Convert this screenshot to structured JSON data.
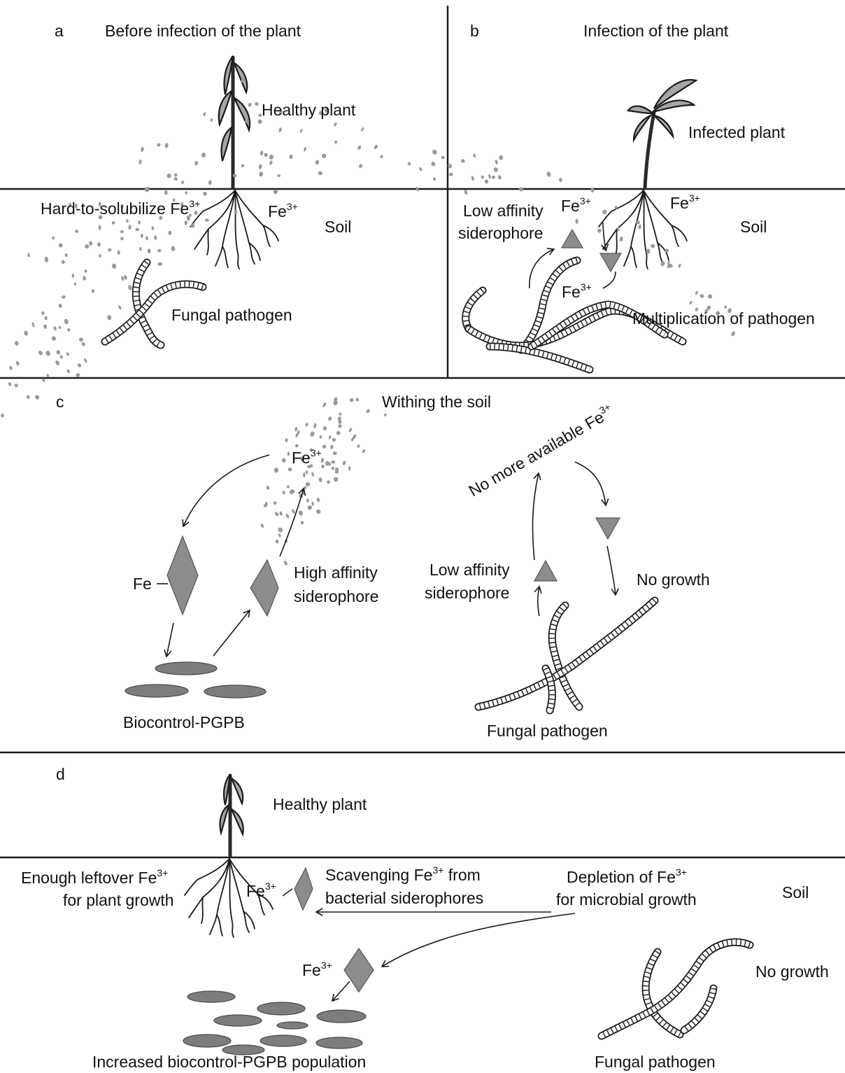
{
  "panels": {
    "a": {
      "letter": "a",
      "title": "Before infection of the plant",
      "plant": "Healthy plant",
      "iron_pool": "Hard-to-solubilize Fe",
      "root_iron": "Fe",
      "soil": "Soil",
      "pathogen": "Fungal pathogen"
    },
    "b": {
      "letter": "b",
      "title": "Infection of the plant",
      "plant": "Infected plant",
      "siderophore_line1": "Low affinity",
      "siderophore_line2": "siderophore",
      "iron_pool": "Fe",
      "root_iron": "Fe",
      "bound_iron": "Fe",
      "soil": "Soil",
      "pathogen": "Multiplication of pathogen"
    },
    "c": {
      "letter": "c",
      "title": "Withing the soil",
      "iron_pool": "Fe",
      "fe_bound": "Fe",
      "high_sid_line1": "High affinity",
      "high_sid_line2": "siderophore",
      "bacteria": "Biocontrol-PGPB",
      "no_fe": "No more available Fe",
      "low_sid_line1": "Low affinity",
      "low_sid_line2": "siderophore",
      "no_growth": "No growth",
      "pathogen": "Fungal pathogen"
    },
    "d": {
      "letter": "d",
      "plant": "Healthy plant",
      "leftover_line1": "Enough leftover Fe",
      "leftover_line2": "for plant growth",
      "root_iron": "Fe",
      "scavenge_line1a": "Scavenging Fe",
      "scavenge_line1b": "from",
      "scavenge_line2": "bacterial siderophores",
      "depletion_line1": "Depletion of Fe",
      "depletion_line2": "for microbial growth",
      "soil": "Soil",
      "bact_iron": "Fe",
      "bacteria": "Increased biocontrol-PGPB population",
      "no_growth": "No growth",
      "pathogen": "Fungal pathogen"
    }
  },
  "fe_charge": "3+",
  "colors": {
    "background": "#ffffff",
    "line": "#1a1a1a",
    "leaf": "#a6a6a6",
    "siderophore": "#8c8c8c",
    "bacteria": "#7d7d7d",
    "iron_dots": "#9a9a9a"
  }
}
